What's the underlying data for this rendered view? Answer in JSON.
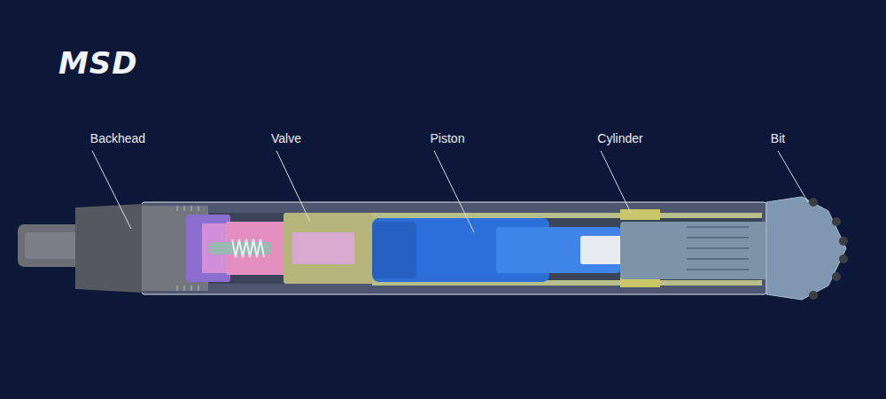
{
  "diagram": {
    "labels": [
      "MSD",
      "Backhead",
      "Valve",
      "Piston",
      "Cylinder",
      "Bit"
    ]
  }
}
